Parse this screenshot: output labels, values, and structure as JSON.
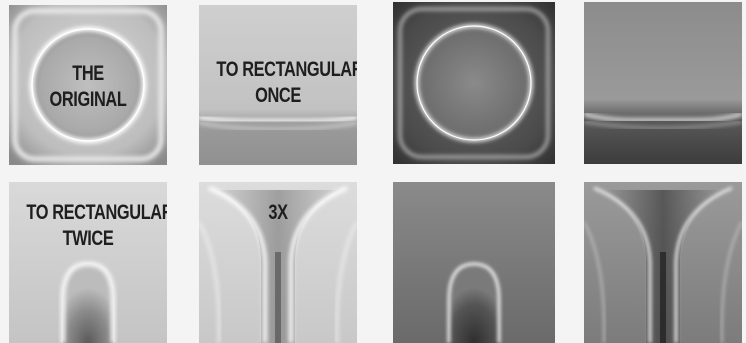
{
  "panels": [
    {
      "id": "original",
      "lines": [
        "THE",
        "ORIGINAL"
      ]
    },
    {
      "id": "rect-once",
      "lines": [
        "TO RECTANGULAR",
        "ONCE"
      ]
    },
    {
      "id": "rect-twice",
      "lines": [
        "TO RECTANGULAR",
        "TWICE"
      ]
    },
    {
      "id": "three-x",
      "lines": [
        "3X"
      ]
    }
  ],
  "colors": {
    "page": "#f4f4f4",
    "light_tile": "#c9c9c9",
    "dark_tile": "#555555",
    "glow": "#ffffff",
    "label": "#1e1e1e"
  }
}
